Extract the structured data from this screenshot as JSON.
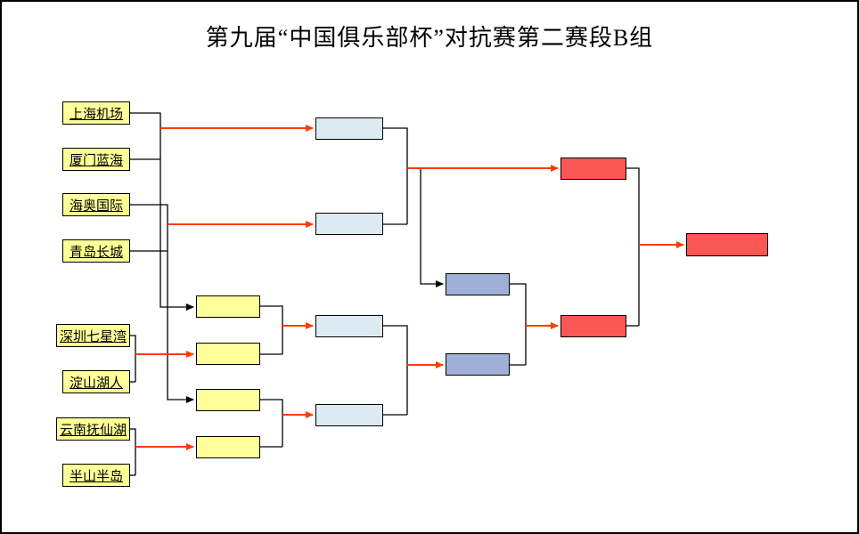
{
  "title": "第九届“中国俱乐部杯”对抗赛第二赛段B组",
  "teams": [
    "上海机场",
    "厦门蓝海",
    "海奥国际",
    "青岛长城",
    "深圳七星湾",
    "淀山湖人",
    "云南抚仙湖",
    "半山半岛"
  ],
  "colors": {
    "team_box_fill": "#FFFF99",
    "repechage_box_fill": "#FFFF99",
    "round2_box_fill": "#DCEAF2",
    "semifinal_box_fill": "#9FAFD8",
    "final_box_fill": "#FB5754",
    "champion_box_fill": "#FB5754",
    "advance_arrow_color": "#FF3C00",
    "connector_color": "#000000"
  }
}
